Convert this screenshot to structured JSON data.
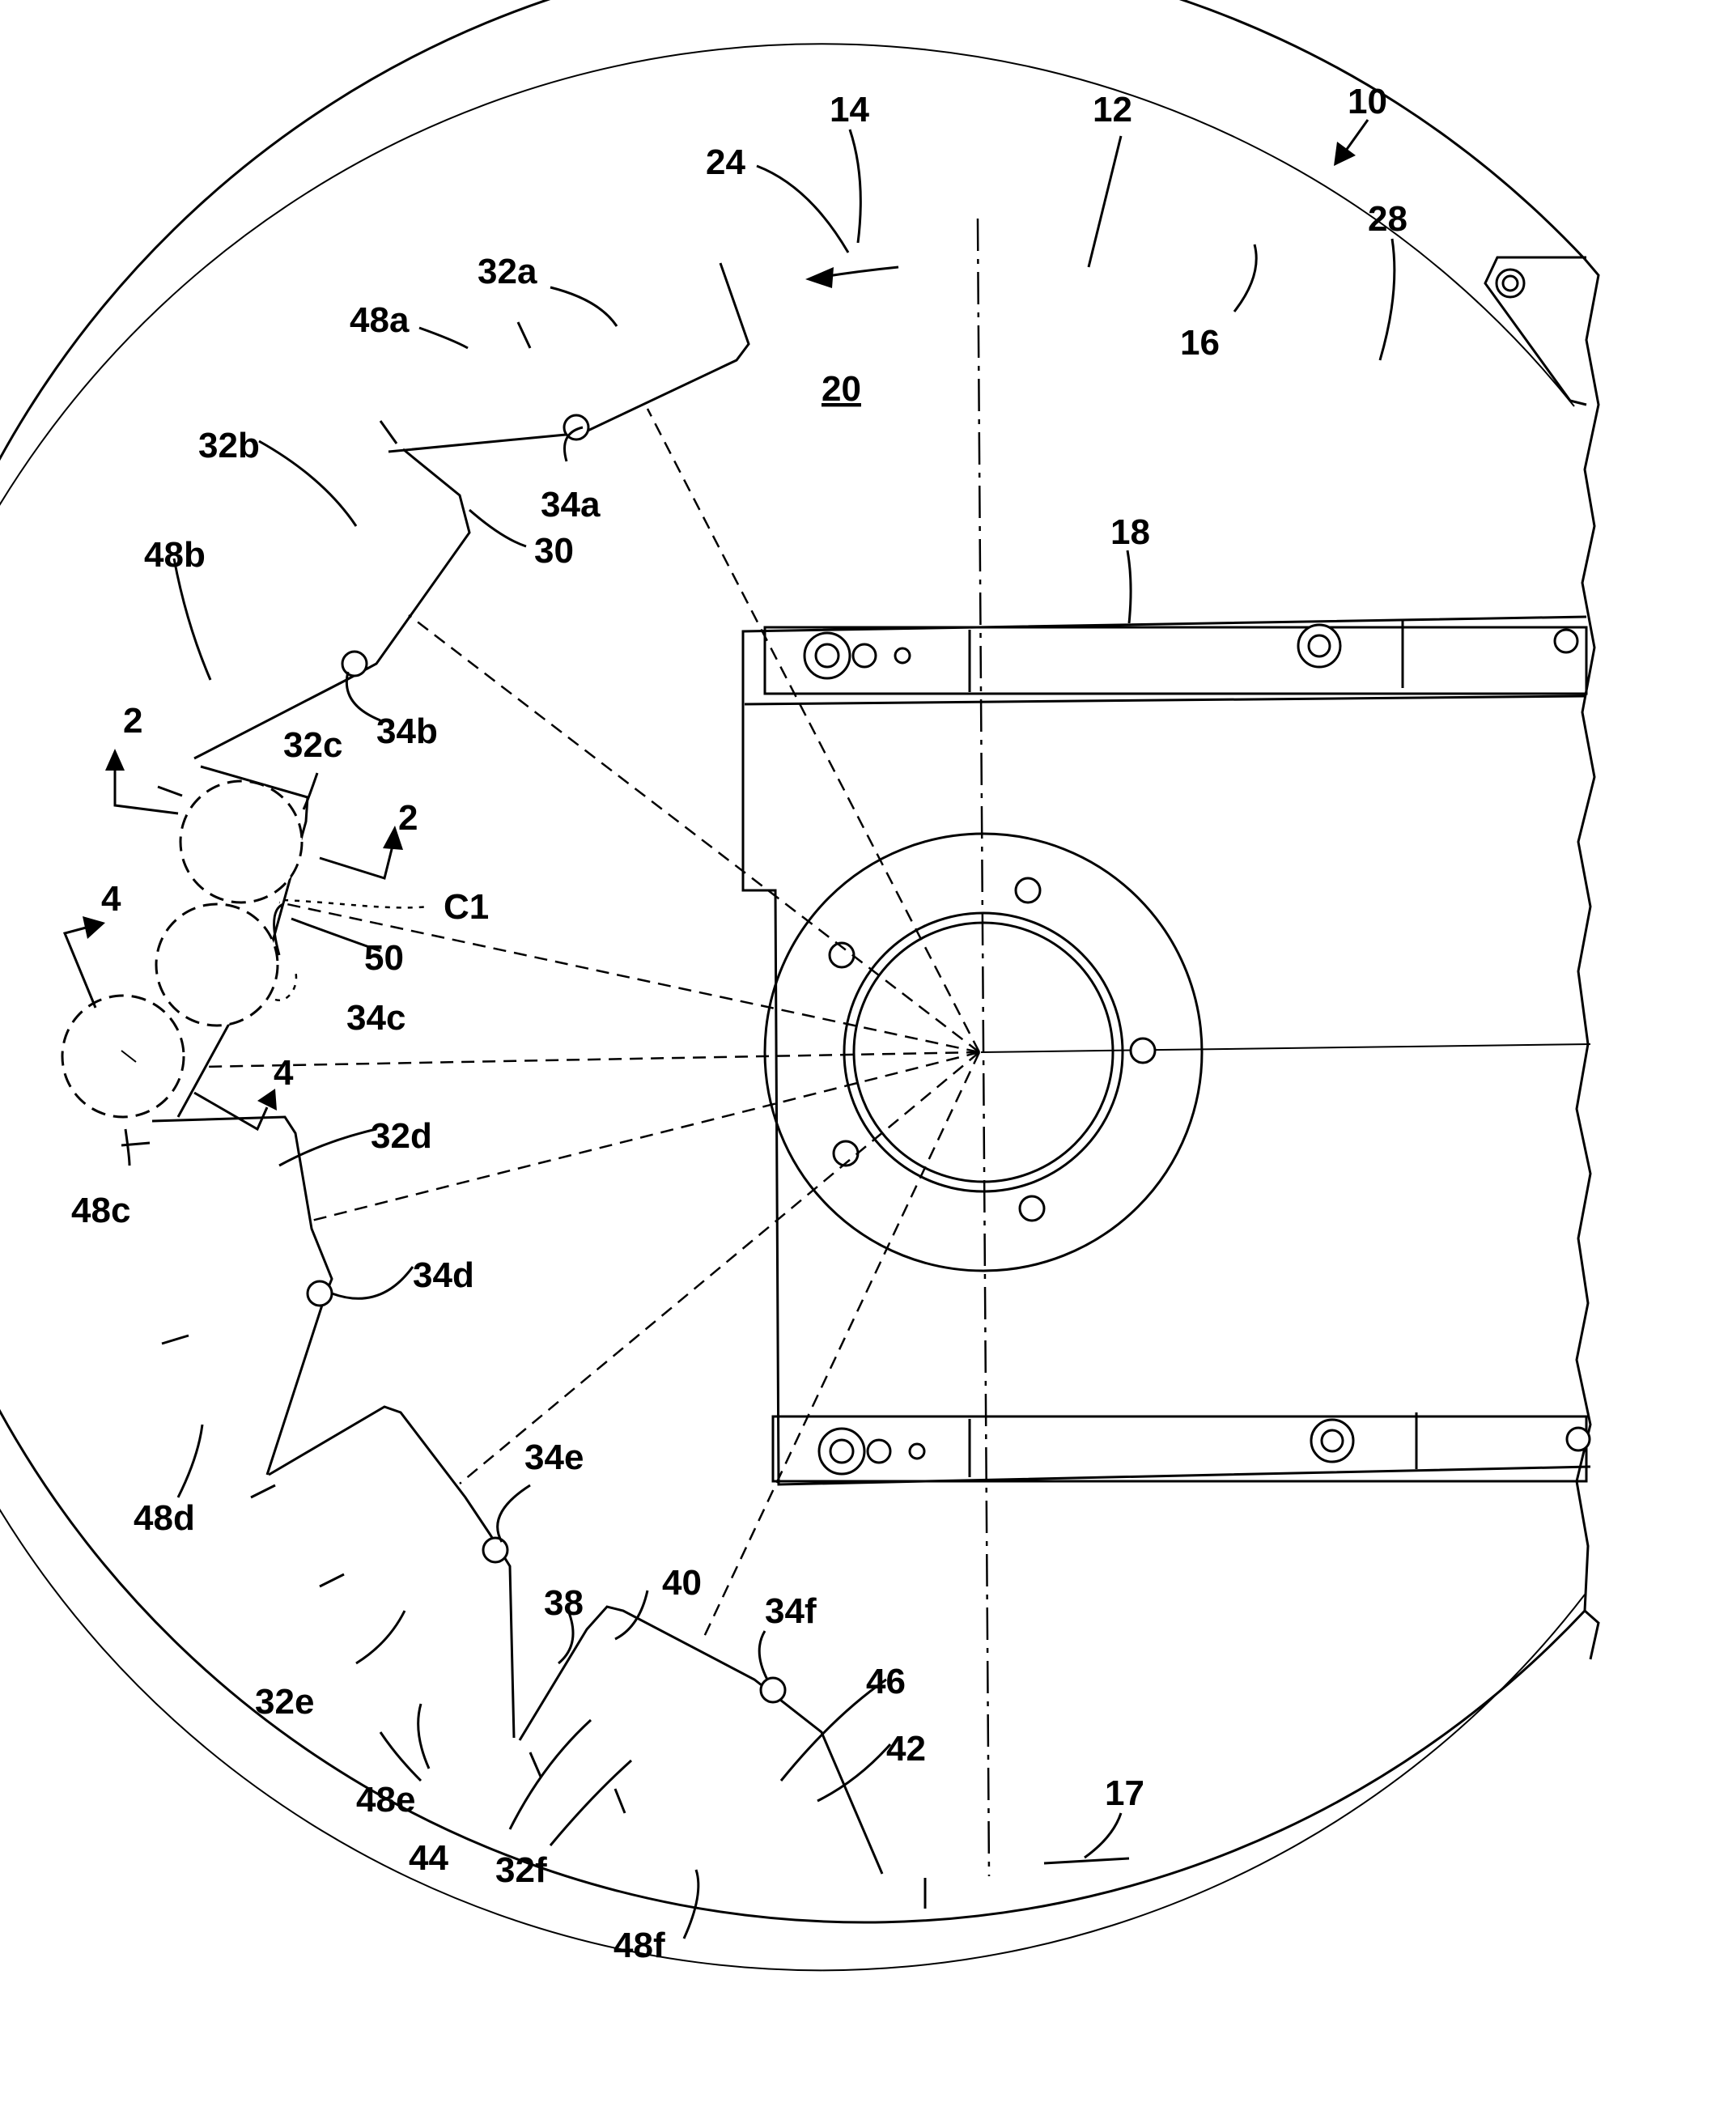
{
  "figure": {
    "labels": {
      "l10": "10",
      "l12": "12",
      "l14": "14",
      "l16": "16",
      "l17": "17",
      "l18": "18",
      "l20": "20",
      "l24": "24",
      "l28": "28",
      "l30": "30",
      "l32a": "32a",
      "l32b": "32b",
      "l32c": "32c",
      "l32d": "32d",
      "l32e": "32e",
      "l32f": "32f",
      "l34a": "34a",
      "l34b": "34b",
      "l34c": "34c",
      "l34d": "34d",
      "l34e": "34e",
      "l34f": "34f",
      "l38": "38",
      "l40": "40",
      "l42": "42",
      "l44": "44",
      "l46": "46",
      "l48a": "48a",
      "l48b": "48b",
      "l48c": "48c",
      "l48d": "48d",
      "l48e": "48e",
      "l48f": "48f",
      "l50": "50",
      "lC1": "C1",
      "sec2a": "2",
      "sec2b": "2",
      "sec4a": "4",
      "sec4b": "4"
    }
  }
}
